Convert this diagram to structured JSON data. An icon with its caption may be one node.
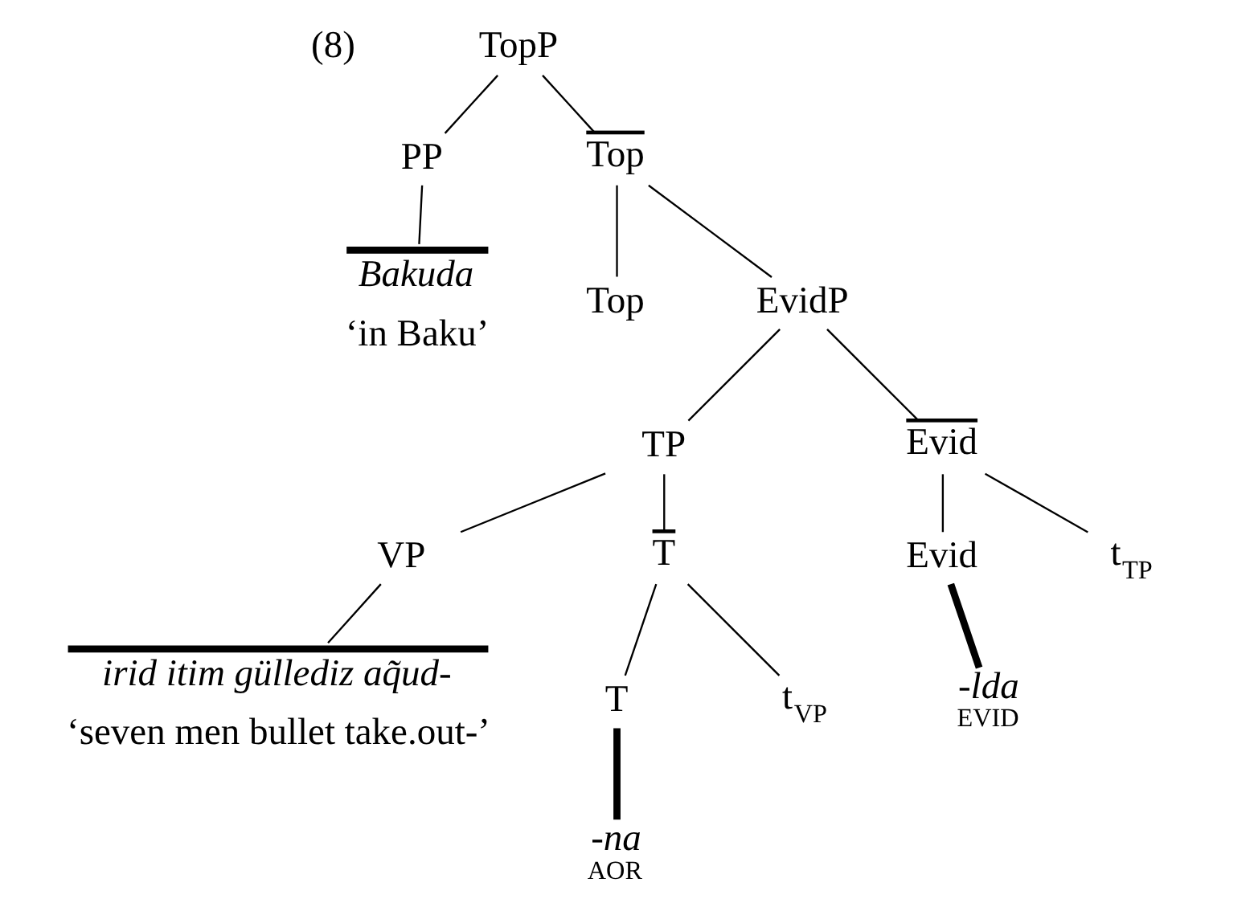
{
  "diagram": {
    "nodes": [
      {
        "text": [
          "TopP"
        ]
      },
      {
        "text": [
          "PP"
        ]
      },
      {
        "text": [
          "Top"
        ]
      },
      {
        "text": [
          "Bakuda",
          "‘in Baku’"
        ]
      },
      {
        "text": [
          "Top"
        ]
      },
      {
        "text": [
          "EvidP"
        ]
      },
      {
        "text": [
          "TP"
        ]
      },
      {
        "text": [
          "Evid"
        ]
      },
      {
        "text": [
          "VP"
        ]
      },
      {
        "text": [
          "T"
        ]
      },
      {
        "text": [
          "Evid"
        ]
      },
      {
        "text": [
          "t$_{TP}$"
        ]
      },
      {
        "text": [
          "irid itim güllediz aq̃ud-",
          "‘seven men bullet take.out-’"
        ]
      },
      {
        "text": [
          "T"
        ]
      },
      {
        "text": [
          "t$_{VP}$"
        ]
      },
      {
        "text": [
          "-lda",
          "EVID"
        ]
      },
      {
        "text": [
          "-na",
          "AOR"
        ]
      }
    ],
    "edges": [
      {
        "from": 0,
        "to": 1,
        "arrow": "none"
      },
      {
        "from": 0,
        "to": 2,
        "arrow": "none"
      },
      {
        "from": 1,
        "to": 3,
        "arrow": "none"
      },
      {
        "from": 2,
        "to": 4,
        "arrow": "none"
      },
      {
        "from": 2,
        "to": 5,
        "arrow": "none"
      },
      {
        "from": 5,
        "to": 6,
        "arrow": "none"
      },
      {
        "from": 5,
        "to": 7,
        "arrow": "none"
      },
      {
        "from": 6,
        "to": 8,
        "arrow": "none"
      },
      {
        "from": 6,
        "to": 9,
        "arrow": "none"
      },
      {
        "from": 7,
        "to": 10,
        "arrow": "none"
      },
      {
        "from": 7,
        "to": 11,
        "arrow": "none"
      },
      {
        "from": 8,
        "to": 12,
        "arrow": "none"
      },
      {
        "from": 9,
        "to": 13,
        "arrow": "none"
      },
      {
        "from": 9,
        "to": 14,
        "arrow": "none"
      },
      {
        "from": 10,
        "to": 15,
        "arrow": "none",
        "style": "thick"
      },
      {
        "from": 13,
        "to": 16,
        "arrow": "none",
        "style": "thick"
      }
    ],
    "labels": [
      "(8)"
    ]
  }
}
